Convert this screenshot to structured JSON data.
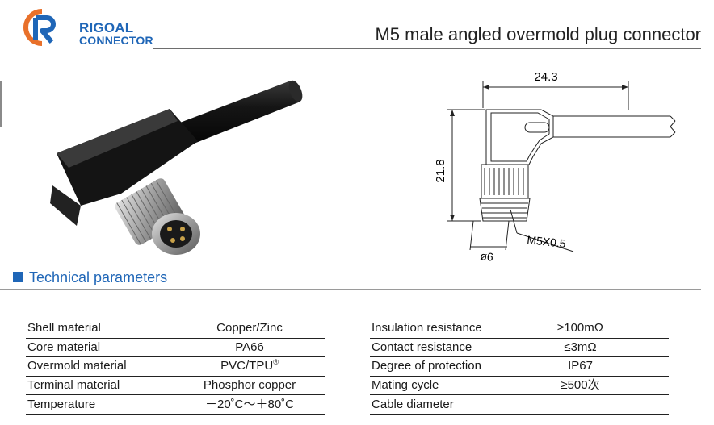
{
  "header": {
    "logo_line1": "RIGOAL",
    "logo_line2": "CONNECTOR",
    "title": "M5 male angled overmold plug connector",
    "brand_colors": {
      "blue": "#1f66b7",
      "orange": "#e8702a"
    }
  },
  "drawing": {
    "dim_width": "24.3",
    "dim_height": "21.8",
    "dim_thread": "M5X0.5",
    "dim_diameter": "ø6"
  },
  "section": {
    "title": "Technical parameters",
    "accent": "#1f66b7"
  },
  "left_table": [
    {
      "label": "Shell material",
      "value": "Copper/Zinc"
    },
    {
      "label": "Core material",
      "value": "PA66"
    },
    {
      "label": "Overmold material",
      "value": "PVC/TPU",
      "mark": "®"
    },
    {
      "label": "Terminal material",
      "value": "Phosphor copper"
    },
    {
      "label": "Temperature",
      "value": "－20˚C～＋80˚C"
    }
  ],
  "right_table": [
    {
      "label": "Insulation resistance",
      "value": "≥100mΩ"
    },
    {
      "label": "Contact resistance",
      "value": "≤3mΩ"
    },
    {
      "label": "Degree of protection",
      "value": "IP67"
    },
    {
      "label": "Mating cycle",
      "value": "≥500次"
    },
    {
      "label": "Cable diameter",
      "value": ""
    }
  ]
}
